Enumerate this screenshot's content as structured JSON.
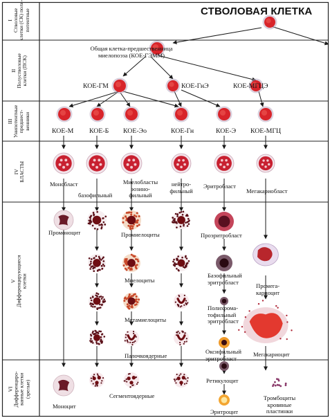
{
  "title": "СТВОЛОВАЯ КЛЕТКА",
  "rows": {
    "r1": "I\nСтволовые\nклетки (СК) поли-\nпотентные",
    "r2": "II\nПолустволовые\nклетки (ПСК)",
    "r3": "III\nУнипотентные\nпредшест-\nвенники",
    "r4": "IV\nБЛАСТЫ",
    "r5": "V\nДифференцирующиеся\nклетки",
    "r6": "VI\nДифференциро-\nванные клетки\n(зрелые)"
  },
  "labels": {
    "kgemm": "Общая клетка-предшественница\nмиелопоэза (КОЕ-ГЭММ)",
    "koe_gm": "КОЕ-ГМ",
    "koe_ge": "КОЕ-ГнЭ",
    "koe_mge": "КОЕ-МГЦЭ",
    "koe_m": "КОЕ-М",
    "koe_b": "КОЕ-Б",
    "koe_eo": "КОЕ-Эо",
    "koe_gn": "КОЕ-Гн",
    "koe_e": "КОЕ-Э",
    "koe_mgc": "КОЕ-МГЦ",
    "monoblast": "Монобласт",
    "basophilic": "базофильный",
    "myeloblasts": "Миелобласты\nэозино-\nфильный",
    "neutrophilic": "нейтро-\nфильный",
    "erythroblast": "Эритробласт",
    "megakaryoblast": "Мегакариобласт",
    "promonocyte": "Промоноцит",
    "promyelocytes": "Промиелоциты",
    "proerythroblast": "Проэритробласт",
    "myelocytes": "Миелоциты",
    "basophilic_erythroblast": "Базофильный\nэритробласт",
    "promegakaryocyte": "Промега-\nкариоцит",
    "metamyelocytes": "Метамиелоциты",
    "polychromatophilic": "Полихрома-\nтофильный\nэритробласт",
    "oxyphilic": "Оксифильный\nэритробласт",
    "band": "Палочкоядерные",
    "megakaryocyte": "Мегакариоцит",
    "monocyte": "Моноцит",
    "segmented": "Сегментоядерные",
    "reticulocyte": "Ретикулоцит",
    "erythrocyte": "Эритроцит",
    "platelets": "Тромбоциты\nкровяные\nпластинки"
  },
  "colors": {
    "grid": "#222222",
    "arrow": "#1a1a1a",
    "cell_red": "#d8242a",
    "cell_dark": "#6e0d12",
    "granule": "#5a1018",
    "halo": "#f2e4ea",
    "eosin": "#c8482a",
    "mega": "#e3392f"
  }
}
